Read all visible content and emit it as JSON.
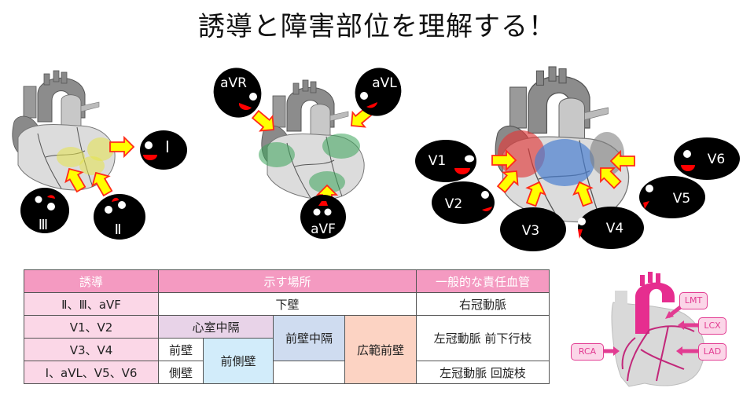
{
  "title": "誘導と障害部位を理解する！",
  "limb_inferior": {
    "leads": [
      "Ⅰ",
      "Ⅲ",
      "Ⅱ"
    ],
    "highlight_color": "#e6e34a"
  },
  "limb_augmented": {
    "leads": [
      "aVR",
      "aVL",
      "aVF"
    ],
    "highlight_color": "#3aa45a"
  },
  "precordial": {
    "leads": [
      "V1",
      "V2",
      "V3",
      "V4",
      "V5",
      "V6"
    ],
    "highlight_colors": [
      "#e03a3a",
      "#4a7fd0",
      "#808080"
    ]
  },
  "table": {
    "headers": [
      "誘導",
      "示す場所",
      "一般的な責任血管"
    ],
    "rows": [
      {
        "lead": "Ⅱ、Ⅲ、aVF",
        "site": "下壁",
        "vessel": "右冠動脈"
      },
      {
        "lead": "V1、V2",
        "site": "心室中隔",
        "vessel": "左冠動脈 前下行枝"
      },
      {
        "lead": "V3、V4",
        "site": "前壁"
      },
      {
        "lead": "Ⅰ、aVL、V5、V6",
        "site": "側壁",
        "vessel": "左冠動脈 回旋枝"
      }
    ],
    "merged": {
      "anterolateral": "前側壁",
      "anteroseptal": "前壁中隔",
      "extensive_anterior": "広範前壁"
    }
  },
  "coronary": {
    "labels": [
      "LMT",
      "LCX",
      "LAD",
      "RCA"
    ],
    "accent": "#e23c92"
  }
}
